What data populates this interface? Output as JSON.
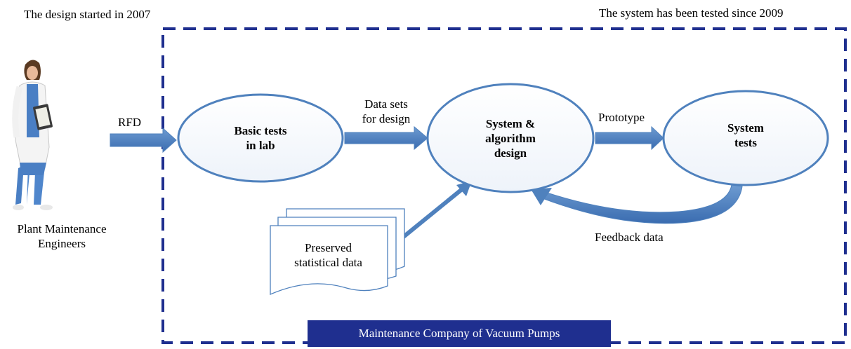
{
  "annotations": {
    "design_start": "The design started in 2007",
    "tested_since": "The system has been tested since 2009"
  },
  "actor": {
    "label_line1": "Plant Maintenance",
    "label_line2": "Engineers"
  },
  "nodes": {
    "basic_tests": {
      "line1": "Basic tests",
      "line2": "in lab"
    },
    "system_design": {
      "line1": "System &",
      "line2": "algorithm",
      "line3": "design"
    },
    "system_tests": {
      "line1": "System",
      "line2": "tests"
    },
    "preserved_data": {
      "line1": "Preserved",
      "line2": "statistical data"
    }
  },
  "edges": {
    "rfd": "RFD",
    "data_sets_line1": "Data sets",
    "data_sets_line2": "for design",
    "prototype": "Prototype",
    "feedback": "Feedback data"
  },
  "boundary": {
    "label": "Maintenance Company of Vacuum Pumps"
  },
  "colors": {
    "boundary": "#1f2f8f",
    "ellipse_stroke": "#4f81bd",
    "arrow": "#4f81bd"
  }
}
